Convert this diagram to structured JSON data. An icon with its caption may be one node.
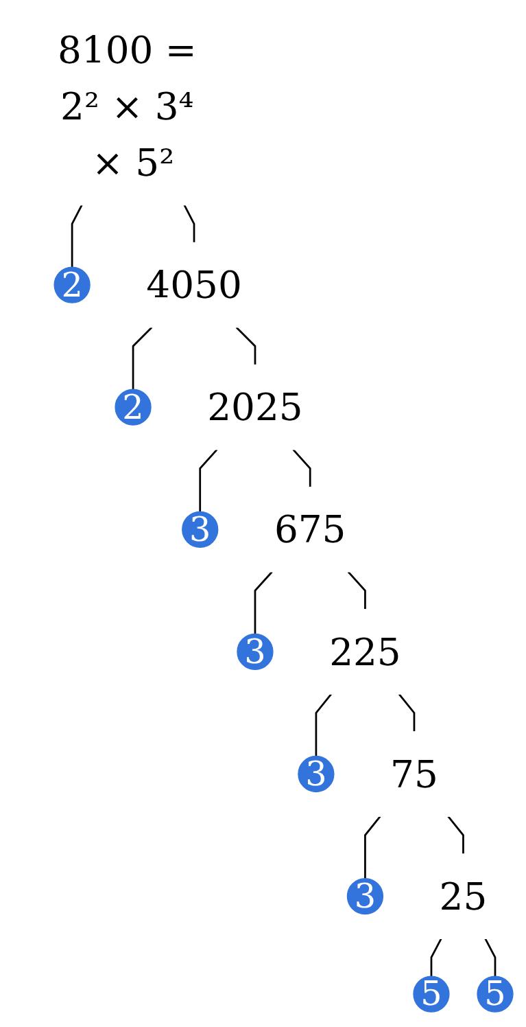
{
  "diagram": {
    "nodes": [
      {
        "text": [
          "8100 = 2² × 3⁴ × 5²"
        ]
      },
      {
        "text": [
          "2"
        ]
      },
      {
        "text": [
          "4050"
        ]
      },
      {
        "text": [
          "2"
        ]
      },
      {
        "text": [
          "2025"
        ]
      },
      {
        "text": [
          "3"
        ]
      },
      {
        "text": [
          "675"
        ]
      },
      {
        "text": [
          "3"
        ]
      },
      {
        "text": [
          "225"
        ]
      },
      {
        "text": [
          "3"
        ]
      },
      {
        "text": [
          "75"
        ]
      },
      {
        "text": [
          "3"
        ]
      },
      {
        "text": [
          "25"
        ]
      },
      {
        "text": [
          "5"
        ]
      },
      {
        "text": [
          "5"
        ]
      }
    ],
    "edges": [
      {
        "from": 0,
        "to": 1,
        "arrow": "none"
      },
      {
        "from": 0,
        "to": 2,
        "arrow": "none"
      },
      {
        "from": 2,
        "to": 3,
        "arrow": "none"
      },
      {
        "from": 2,
        "to": 4,
        "arrow": "none"
      },
      {
        "from": 4,
        "to": 5,
        "arrow": "none"
      },
      {
        "from": 4,
        "to": 6,
        "arrow": "none"
      },
      {
        "from": 6,
        "to": 7,
        "arrow": "none"
      },
      {
        "from": 6,
        "to": 8,
        "arrow": "none"
      },
      {
        "from": 8,
        "to": 9,
        "arrow": "none"
      },
      {
        "from": 8,
        "to": 10,
        "arrow": "none"
      },
      {
        "from": 10,
        "to": 11,
        "arrow": "none"
      },
      {
        "from": 10,
        "to": 12,
        "arrow": "none"
      },
      {
        "from": 12,
        "to": 13,
        "arrow": "none"
      },
      {
        "from": 12,
        "to": 14,
        "arrow": "none"
      }
    ]
  }
}
